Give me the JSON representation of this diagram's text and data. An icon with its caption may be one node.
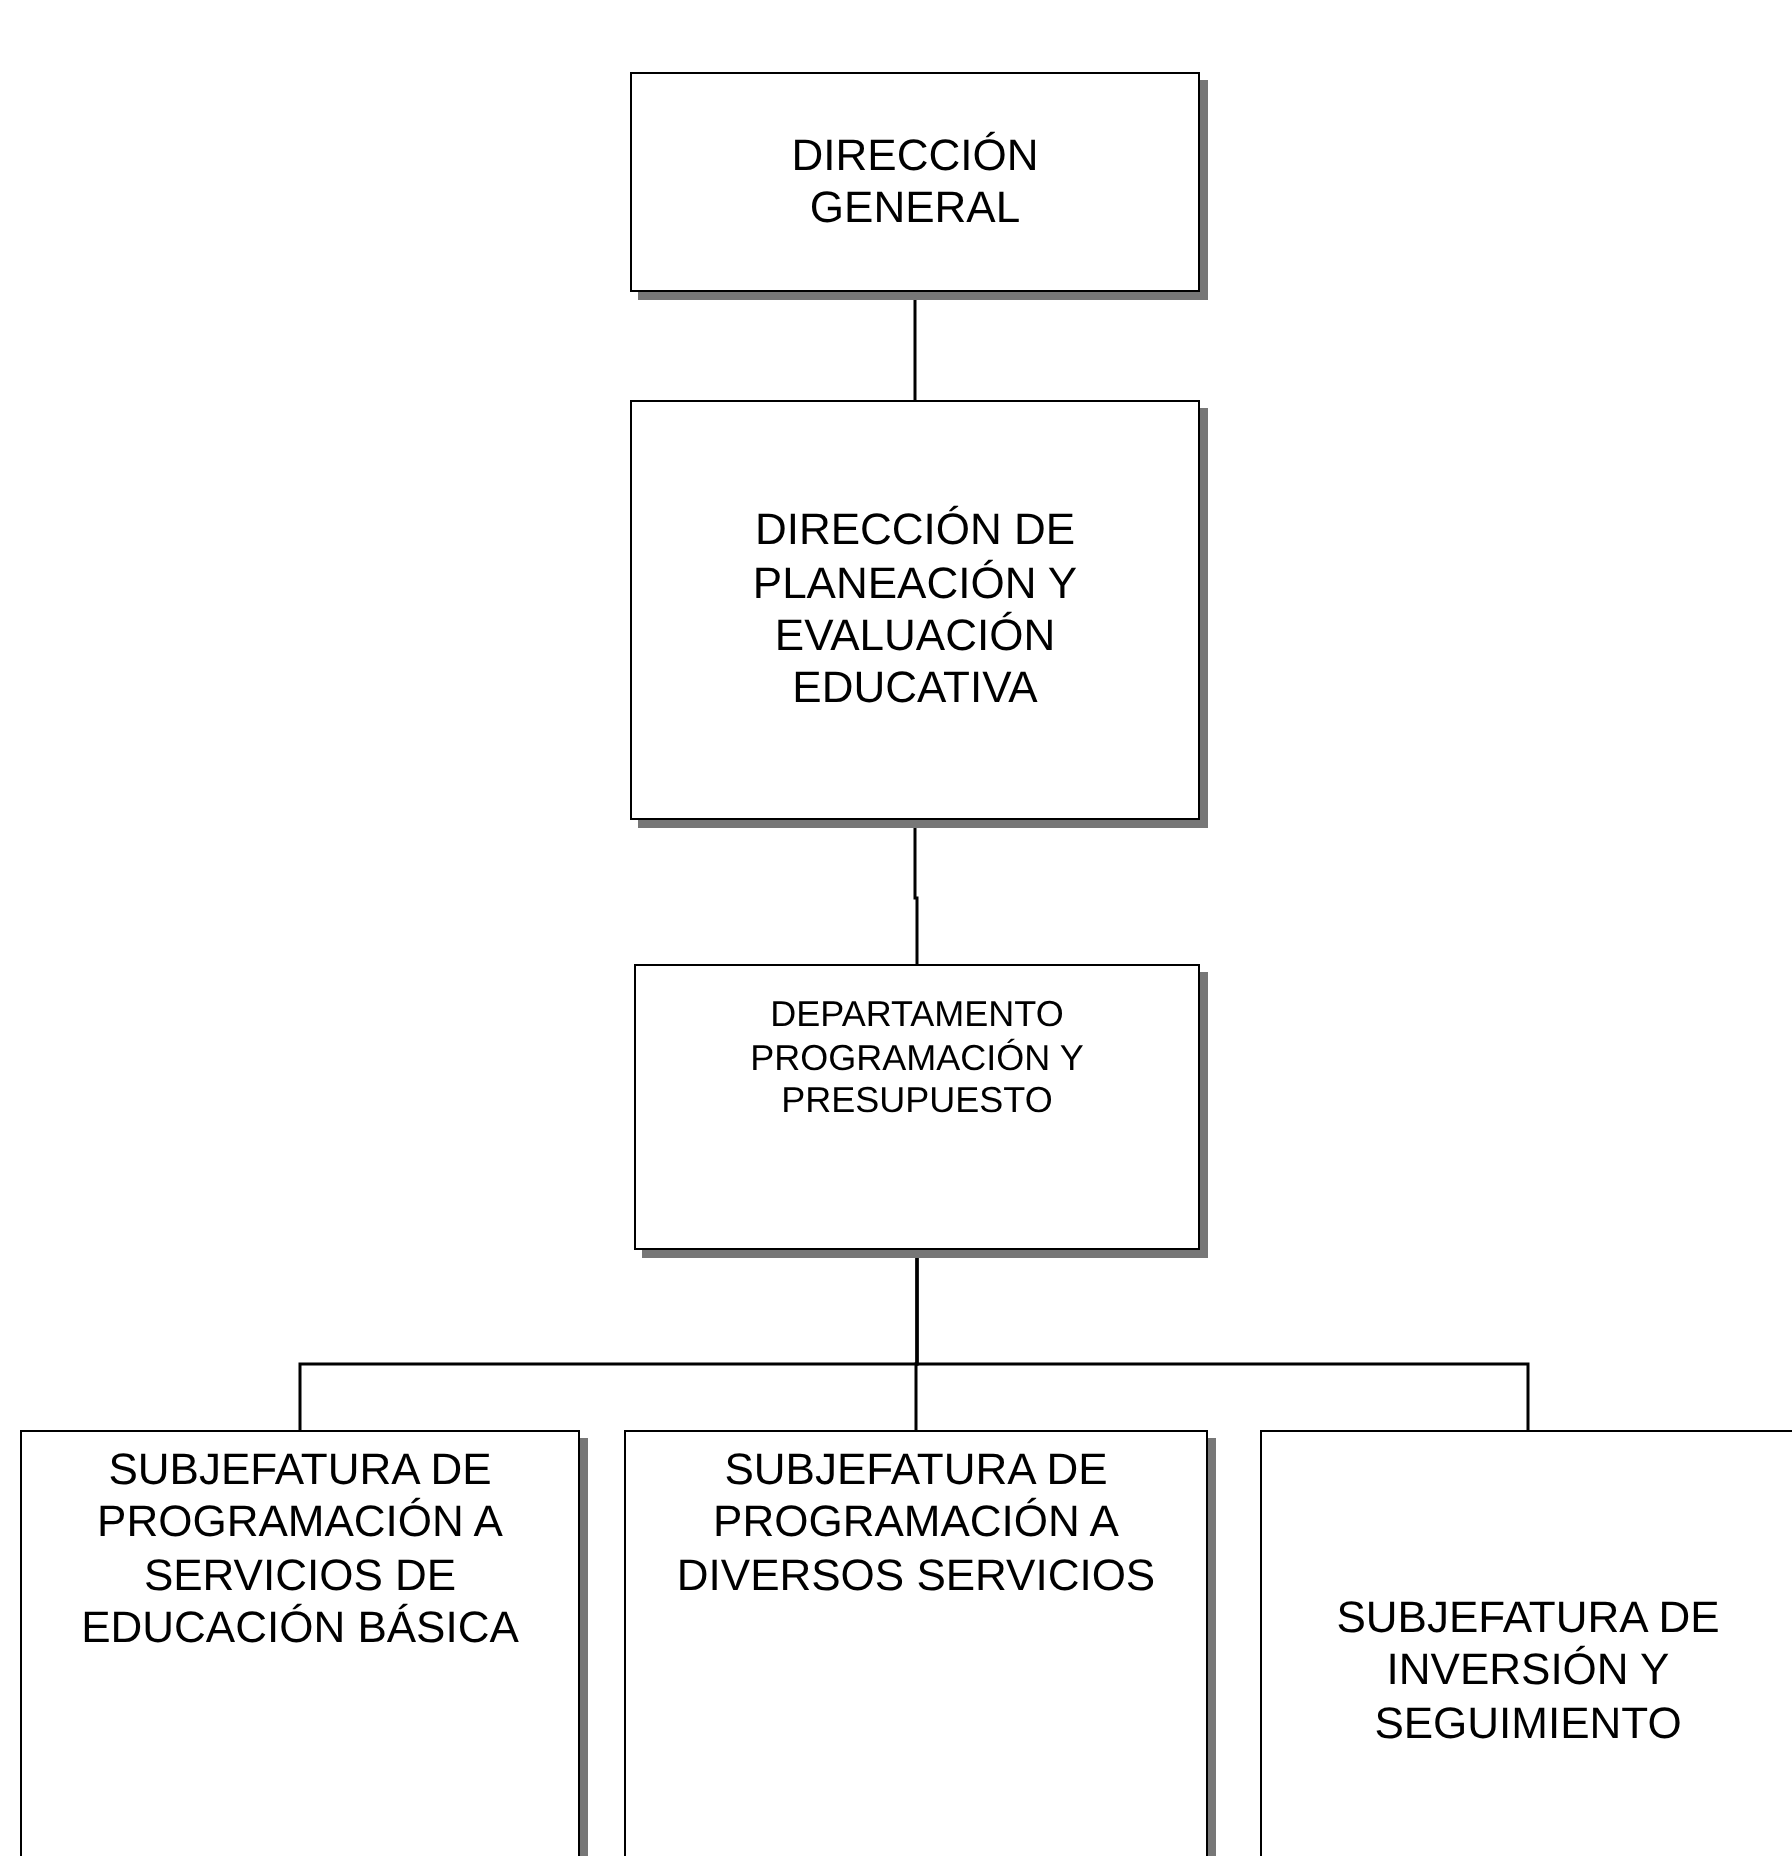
{
  "diagram": {
    "nodes": [
      {
        "text": [
          "DIRECCIÓN GENERAL"
        ]
      },
      {
        "text": [
          "DIRECCIÓN DE PLANEACIÓN Y EVALUACIÓN EDUCATIVA"
        ]
      },
      {
        "text": [
          "DEPARTAMENTO PROGRAMACIÓN Y PRESUPUESTO"
        ]
      },
      {
        "text": [
          "SUBJEFATURA DE PROGRAMACIÓN A SERVICIOS DE EDUCACIÓN BÁSICA"
        ]
      },
      {
        "text": [
          "SUBJEFATURA DE PROGRAMACIÓN A DIVERSOS SERVICIOS"
        ]
      },
      {
        "text": [
          "SUBJEFATURA DE INVERSIÓN Y SEGUIMIENTO"
        ]
      }
    ],
    "edges": [
      {
        "from": 0,
        "to": 1,
        "arrow": "none"
      },
      {
        "from": 1,
        "to": 2,
        "arrow": "none"
      },
      {
        "from": 2,
        "to": 3,
        "arrow": "none"
      },
      {
        "from": 2,
        "to": 4,
        "arrow": "none"
      },
      {
        "from": 2,
        "to": 5,
        "arrow": "none"
      }
    ]
  }
}
